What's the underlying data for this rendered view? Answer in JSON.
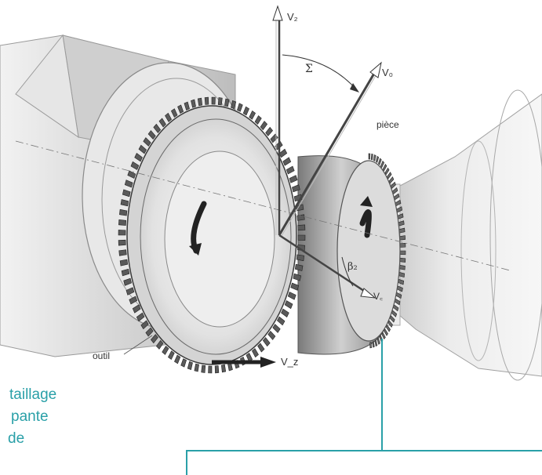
{
  "labels": {
    "v2": "V₂",
    "v0": "V₀",
    "sigma": "Σ",
    "piece": "pièce",
    "vc": "V꜀",
    "beta2": "β₂",
    "outil": "outil",
    "vz": "V_z"
  },
  "side_text": {
    "line1": "taillage",
    "line2": "pante",
    "line3": "de"
  },
  "colors": {
    "callout": "#2aa0a8",
    "ink": "#333333",
    "gear_dark": "#4a4a4a",
    "metal_light": "#e4e4e4"
  }
}
